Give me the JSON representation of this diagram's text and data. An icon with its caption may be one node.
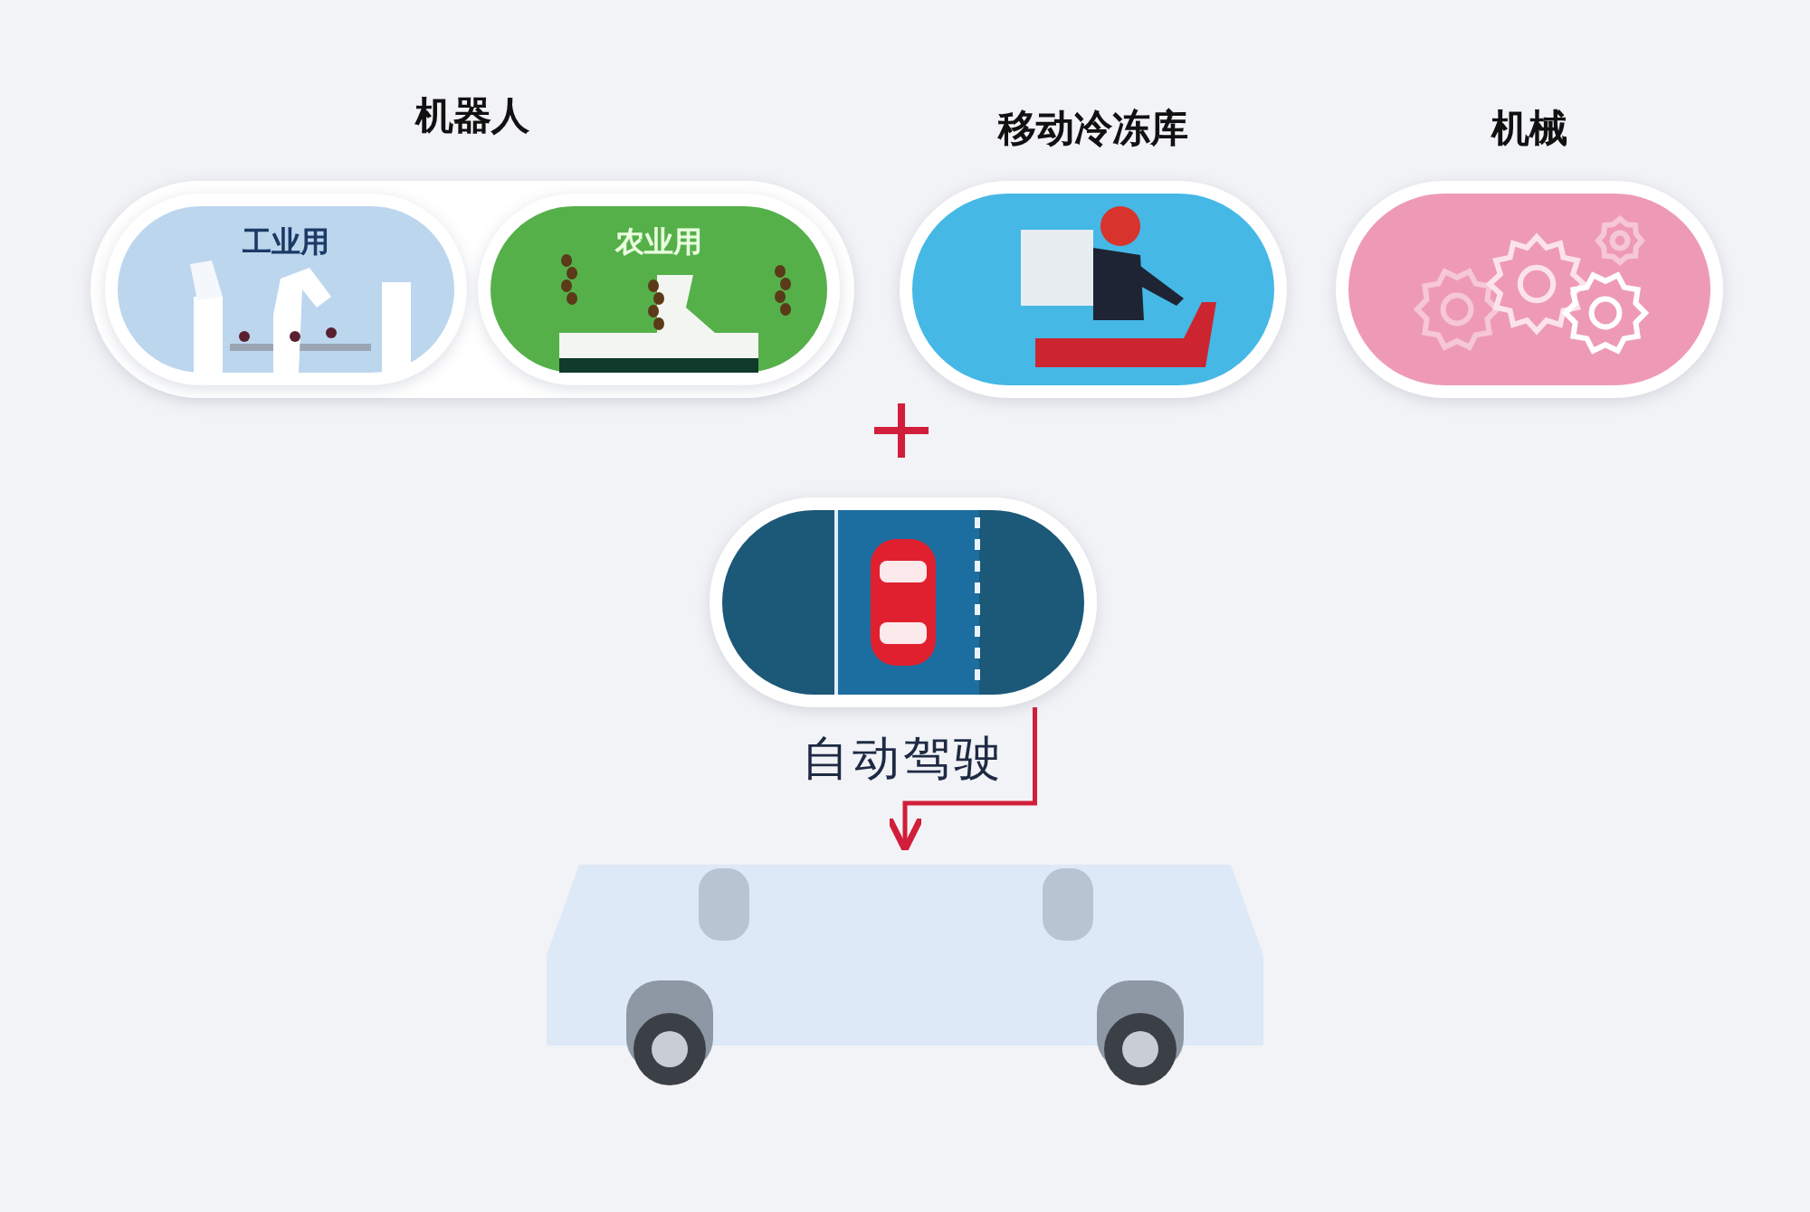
{
  "diagram": {
    "nodes": [
      {
        "text": [
          "机器人"
        ]
      },
      {
        "text": [
          "工业用"
        ],
        "in": 0
      },
      {
        "text": [
          "农业用"
        ],
        "in": 0
      },
      {
        "text": [
          "移动冷冻库"
        ]
      },
      {
        "text": [
          "机械"
        ]
      },
      {
        "text": [
          "自动驾驶"
        ]
      },
      {
        "text": [],
        "shape": "picture"
      }
    ],
    "edges": [
      {
        "from": 5,
        "to": 6,
        "arrow": "to"
      }
    ]
  }
}
